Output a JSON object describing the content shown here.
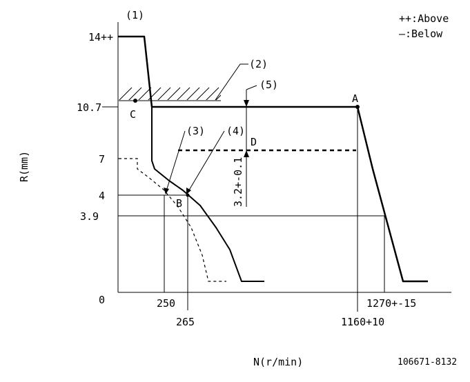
{
  "legend": {
    "above": "++:Above",
    "below": "—:Below"
  },
  "axes": {
    "y_title": "R(mm)",
    "x_title": "N(r/min)",
    "y_ticks": [
      "14++",
      "10.7",
      "7",
      "4",
      "3.9",
      "0"
    ],
    "x_ticks_upper": [
      "250",
      "1270+-15"
    ],
    "x_ticks_lower": [
      "265",
      "1160+10"
    ]
  },
  "callouts": [
    "(1)",
    "(2)",
    "(3)",
    "(4)",
    "(5)"
  ],
  "points": [
    "A",
    "B",
    "C",
    "D"
  ],
  "dimension": "3.2+-0.1",
  "part_number": "106671-8132"
}
